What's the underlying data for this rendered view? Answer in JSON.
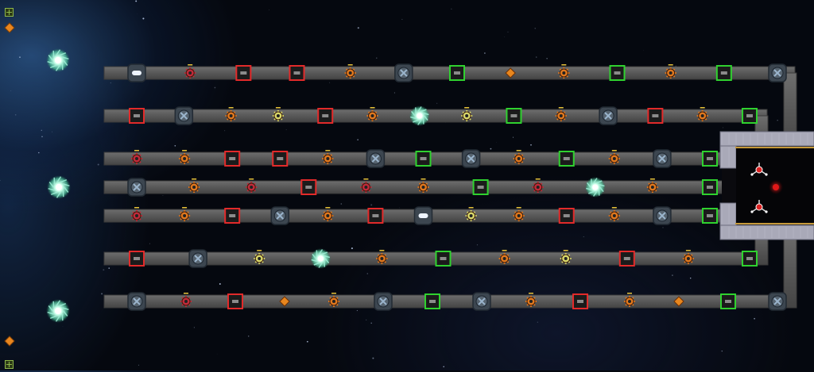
{
  "icons": {
    "hud_top": "grid-icon",
    "hud_resource": "diamond-icon",
    "hud_bottom_resource": "diamond-icon",
    "hud_bottom": "grid-icon",
    "core": "reactor-core-icon"
  },
  "colors": {
    "lane": "#5a5a5a",
    "lane_border": "#3a3a3a",
    "red_box": "#e22a2a",
    "green_box": "#2fd12f",
    "turret_bg": "#3c4650",
    "turret_x": "#9ab4cc",
    "enemy_red": "#c22a3a",
    "enemy_orange": "#e0781e",
    "enemy_yellow": "#d8d86a",
    "portal": "#9ff0d8",
    "diamond": "#e8861e",
    "base_wall": "#a9a9b8",
    "core_red": "#e01818"
  },
  "lanes": [
    {
      "row": 1,
      "items": [
        {
          "kind": "capsule"
        },
        {
          "kind": "enemy",
          "color": "red"
        },
        {
          "kind": "box",
          "color": "red"
        },
        {
          "kind": "box",
          "color": "red"
        },
        {
          "kind": "enemy",
          "color": "orange"
        },
        {
          "kind": "turret"
        },
        {
          "kind": "box",
          "color": "green"
        },
        {
          "kind": "diamond"
        },
        {
          "kind": "enemy",
          "color": "orange"
        },
        {
          "kind": "box",
          "color": "green"
        },
        {
          "kind": "enemy",
          "color": "orange"
        },
        {
          "kind": "box",
          "color": "green"
        },
        {
          "kind": "turret"
        }
      ]
    },
    {
      "row": 2,
      "items": [
        {
          "kind": "box",
          "color": "red"
        },
        {
          "kind": "turret"
        },
        {
          "kind": "enemy",
          "color": "orange"
        },
        {
          "kind": "enemy",
          "color": "yellow"
        },
        {
          "kind": "box",
          "color": "red"
        },
        {
          "kind": "enemy",
          "color": "orange"
        },
        {
          "kind": "portal"
        },
        {
          "kind": "enemy",
          "color": "yellow"
        },
        {
          "kind": "box",
          "color": "green"
        },
        {
          "kind": "enemy",
          "color": "orange"
        },
        {
          "kind": "turret"
        },
        {
          "kind": "box",
          "color": "red"
        },
        {
          "kind": "enemy",
          "color": "orange"
        },
        {
          "kind": "box",
          "color": "green"
        }
      ]
    },
    {
      "row": 3,
      "items": [
        {
          "kind": "enemy",
          "color": "red"
        },
        {
          "kind": "enemy",
          "color": "orange"
        },
        {
          "kind": "box",
          "color": "red"
        },
        {
          "kind": "box",
          "color": "red"
        },
        {
          "kind": "enemy",
          "color": "orange"
        },
        {
          "kind": "turret"
        },
        {
          "kind": "box",
          "color": "green"
        },
        {
          "kind": "turret"
        },
        {
          "kind": "enemy",
          "color": "orange"
        },
        {
          "kind": "box",
          "color": "green"
        },
        {
          "kind": "enemy",
          "color": "orange"
        },
        {
          "kind": "turret"
        },
        {
          "kind": "box",
          "color": "green"
        }
      ]
    },
    {
      "row": 4,
      "items": [
        {
          "kind": "turret"
        },
        {
          "kind": "enemy",
          "color": "orange"
        },
        {
          "kind": "enemy",
          "color": "red"
        },
        {
          "kind": "box",
          "color": "red"
        },
        {
          "kind": "enemy",
          "color": "red"
        },
        {
          "kind": "enemy",
          "color": "orange"
        },
        {
          "kind": "box",
          "color": "green"
        },
        {
          "kind": "enemy",
          "color": "red"
        },
        {
          "kind": "portal"
        },
        {
          "kind": "enemy",
          "color": "orange"
        },
        {
          "kind": "box",
          "color": "green"
        }
      ]
    },
    {
      "row": 5,
      "items": [
        {
          "kind": "enemy",
          "color": "red"
        },
        {
          "kind": "enemy",
          "color": "orange"
        },
        {
          "kind": "box",
          "color": "red"
        },
        {
          "kind": "turret"
        },
        {
          "kind": "enemy",
          "color": "orange"
        },
        {
          "kind": "box",
          "color": "red"
        },
        {
          "kind": "capsule"
        },
        {
          "kind": "enemy",
          "color": "yellow"
        },
        {
          "kind": "enemy",
          "color": "orange"
        },
        {
          "kind": "box",
          "color": "red"
        },
        {
          "kind": "enemy",
          "color": "orange"
        },
        {
          "kind": "turret"
        },
        {
          "kind": "box",
          "color": "green"
        }
      ]
    },
    {
      "row": 6,
      "items": [
        {
          "kind": "box",
          "color": "red"
        },
        {
          "kind": "turret"
        },
        {
          "kind": "enemy",
          "color": "yellow"
        },
        {
          "kind": "portal"
        },
        {
          "kind": "enemy",
          "color": "orange"
        },
        {
          "kind": "box",
          "color": "green"
        },
        {
          "kind": "enemy",
          "color": "orange"
        },
        {
          "kind": "enemy",
          "color": "yellow"
        },
        {
          "kind": "box",
          "color": "red"
        },
        {
          "kind": "enemy",
          "color": "orange"
        },
        {
          "kind": "box",
          "color": "green"
        }
      ]
    },
    {
      "row": 7,
      "items": [
        {
          "kind": "turret"
        },
        {
          "kind": "enemy",
          "color": "red"
        },
        {
          "kind": "box",
          "color": "red"
        },
        {
          "kind": "diamond"
        },
        {
          "kind": "enemy",
          "color": "orange"
        },
        {
          "kind": "turret"
        },
        {
          "kind": "box",
          "color": "green"
        },
        {
          "kind": "turret"
        },
        {
          "kind": "enemy",
          "color": "orange"
        },
        {
          "kind": "box",
          "color": "red"
        },
        {
          "kind": "enemy",
          "color": "orange"
        },
        {
          "kind": "diamond"
        },
        {
          "kind": "box",
          "color": "green"
        },
        {
          "kind": "turret"
        }
      ]
    }
  ],
  "spawn_portals": [
    {
      "id": "portal-top"
    },
    {
      "id": "portal-middle"
    },
    {
      "id": "portal-bottom"
    }
  ]
}
